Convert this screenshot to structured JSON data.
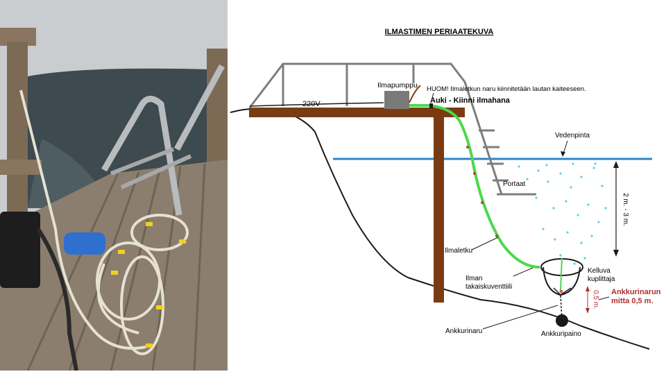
{
  "diagram": {
    "title": "ILMASTIMEN  PERIAATEKUVA",
    "labels": {
      "voltage": "220V",
      "air_pump": "Ilmapumppu",
      "note": "HUOM! Ilmaletkun naru kiinnitetään lautan kaiteeseen.",
      "valve": "Auki - Kiinni ilmahana",
      "water_surface": "Vedenpinta",
      "stairs": "Portaat",
      "depth": "2 m. - 3 m.",
      "air_hose": "Ilmaletku",
      "check_valve_line1": "Ilman",
      "check_valve_line2": "takaiskuventtiili",
      "bubbler_line1": "Kelluva",
      "bubbler_line2": "kuplittaja",
      "anchor_len_line1": "Ankkurinarun",
      "anchor_len_line2": "mitta 0,5 m.",
      "half_m": "0,5 m.",
      "anchor_rope": "Ankkurinaru",
      "anchor_weight": "Ankkuripaino"
    },
    "colors": {
      "water": "#2e86c8",
      "hose": "#4cd84c",
      "dock": "#7a3b12",
      "bubbles": "#5fd0e0",
      "accent_red": "#b03030",
      "rail": "#7d7d7d"
    }
  }
}
